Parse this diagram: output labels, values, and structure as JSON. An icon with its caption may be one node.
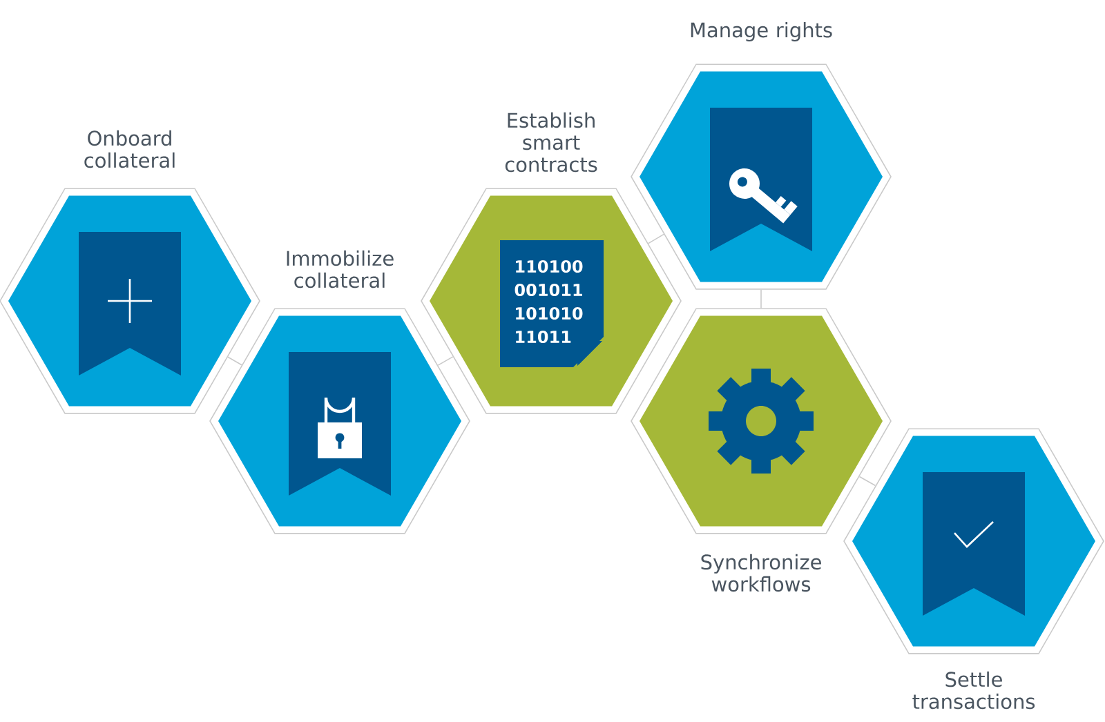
{
  "diagram": {
    "nodes": [
      {
        "text": [
          "Onboard collateral"
        ]
      },
      {
        "text": [
          "Immobilize collateral"
        ]
      },
      {
        "text": [
          "Establish smart contracts"
        ]
      },
      {
        "text": [
          "Manage rights"
        ]
      },
      {
        "text": [
          "Synchronize workflows"
        ]
      },
      {
        "text": [
          "Settle transactions"
        ]
      }
    ],
    "edges": [
      {
        "from": 0,
        "to": 1,
        "arrow": "none"
      },
      {
        "from": 1,
        "to": 2,
        "arrow": "none"
      },
      {
        "from": 2,
        "to": 3,
        "arrow": "none"
      },
      {
        "from": 3,
        "to": 4,
        "arrow": "none"
      },
      {
        "from": 4,
        "to": 5,
        "arrow": "none"
      }
    ],
    "labels": [
      "110100",
      "001011",
      "101010",
      "11011"
    ]
  }
}
